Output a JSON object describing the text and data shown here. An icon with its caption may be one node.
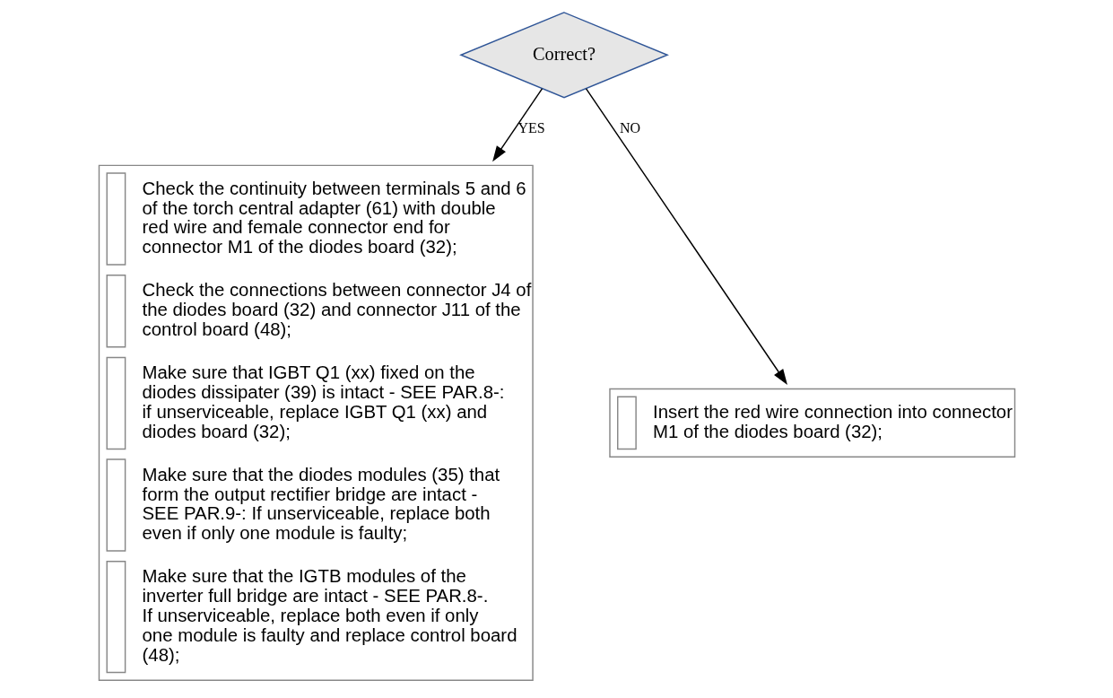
{
  "diagram": {
    "nodes": [
      {
        "text": [
          "Correct?"
        ]
      },
      {
        "text": [
          "Check the continuity between terminals 5 and 6 of the torch central adapter (61) with double red wire and female connector end for connector M1 of the diodes board (32);",
          "Check the connections between connector J4 of the diodes board (32) and connector J11 of the control board (48);",
          "Make sure that IGBT Q1 (xx) fixed on the diodes dissipater (39) is intact - SEE PAR.8-: if unserviceable, replace IGBT Q1 (xx) and diodes board (32);",
          "Make sure that the diodes modules (35) that form the output rectifier bridge are intact - SEE PAR.9-: If unserviceable, replace both even if only one module is faulty;",
          "Make sure that the IGTB modules of the inverter full bridge are intact - SEE PAR.8-. If unserviceable, replace both even if only one module is faulty and replace control board (48);"
        ]
      },
      {
        "text": [
          "Insert the red wire connection into connector M1 of the diodes board (32);"
        ]
      }
    ],
    "edges": [
      {
        "from": 0,
        "to": 1,
        "arrow": "to",
        "label": "YES"
      },
      {
        "from": 0,
        "to": 2,
        "arrow": "to",
        "label": "NO"
      }
    ]
  }
}
